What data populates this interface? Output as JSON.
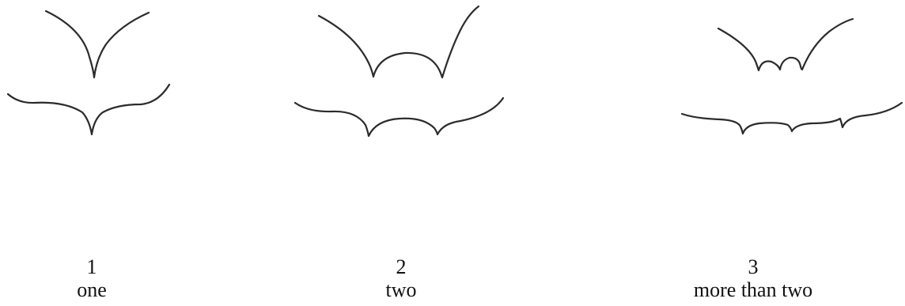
{
  "panels": [
    {
      "number": "1",
      "label": "one"
    },
    {
      "number": "2",
      "label": "two"
    },
    {
      "number": "3",
      "label": "more than two"
    }
  ],
  "colors": {
    "ink": "#2b2b2b",
    "text": "#111111",
    "background": "#ffffff"
  }
}
